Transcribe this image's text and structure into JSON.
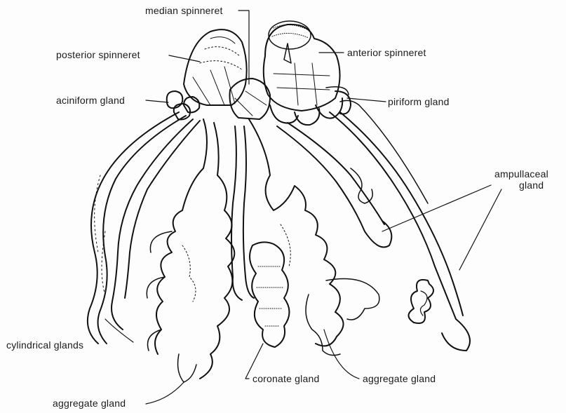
{
  "labels": {
    "median_spinneret": "median spinneret",
    "posterior_spinneret": "posterior spinneret",
    "anterior_spinneret": "anterior spinneret",
    "aciniform_gland": "aciniform gland",
    "piriform_gland": "piriform gland",
    "ampullaceal_gland_line1": "ampullaceal",
    "ampullaceal_gland_line2": "gland",
    "cylindrical_glands": "cylindrical glands",
    "coronate_gland": "coronate gland",
    "aggregate_gland_right": "aggregate gland",
    "aggregate_gland_bottom": "aggregate gland"
  }
}
